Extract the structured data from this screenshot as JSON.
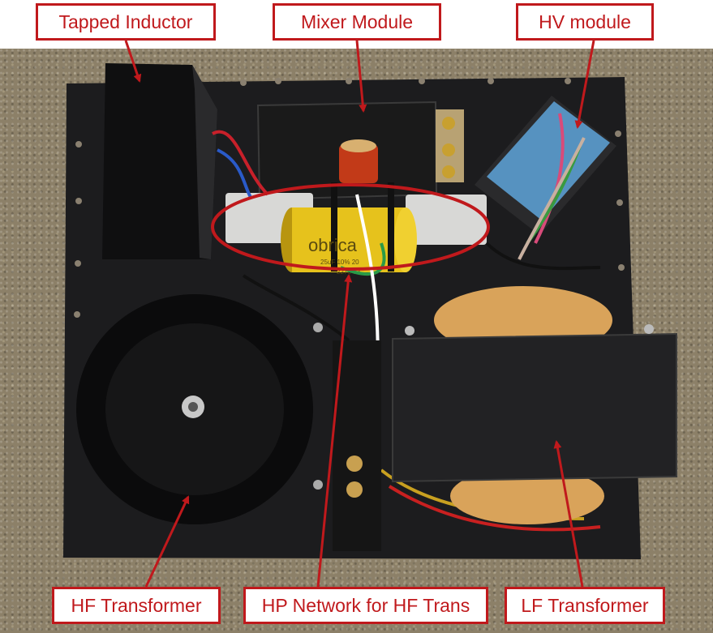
{
  "labels": {
    "tapped_inductor": "Tapped Inductor",
    "mixer_module": "Mixer Module",
    "hv_module": "HV module",
    "hf_transformer": "HF Transformer",
    "hp_network": "HP Network for HF Trans",
    "lf_transformer": "LF Transformer"
  },
  "component_text": {
    "capacitor_brand": "obrica",
    "capacitor_spec_line1": "25uF 10% 20",
    "capacitor_spec_line2": "2276-13"
  },
  "colors": {
    "annotation_red": "#c0191c",
    "chassis": "#1c1c1e",
    "capacitor_yellow": "#e6c21c",
    "hv_blue": "#4f8fc4",
    "lf_winding": "#d9a35a"
  }
}
